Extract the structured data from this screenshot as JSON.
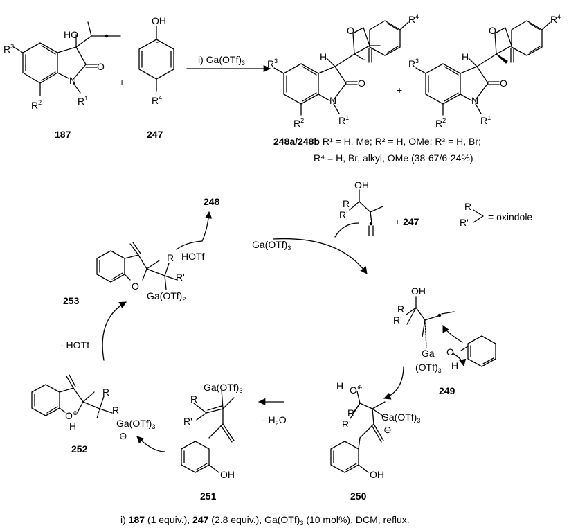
{
  "reaction": {
    "conditions_arrow": "i) Ga(OTf)",
    "conditions_arrow_sub": "3",
    "plus1": "+",
    "plus2": "+",
    "reactant1_label": "187",
    "reactant2_label": "247",
    "product_label": "248a/248b",
    "scope_line1": "R¹ = H, Me; R² = H, OMe; R³ = H, Br;",
    "scope_line2": "R⁴ = H, Br, alkyl, OMe (38-67/6-24%)",
    "footer": "i) 187 (1 equiv.), 247 (2.8 equiv.), Ga(OTf)₃ (10 mol%), DCM, reflux."
  },
  "atoms": {
    "HO": "HO",
    "OH": "OH",
    "O": "O",
    "N": "N",
    "H": "H",
    "R": "R",
    "Rp": "R'",
    "R1": "R",
    "R2": "R",
    "R3": "R",
    "R4": "R",
    "s1": "1",
    "s2": "2",
    "s3": "3",
    "s4": "4"
  },
  "cycle": {
    "catalyst": "Ga(OTf)",
    "catalyst_sub": "3",
    "c248": "248",
    "hotf_out": "HOTf",
    "plus247": "+ 247",
    "legend_eq": "= oxindole",
    "c253": "253",
    "ga_otf2": "Ga(OTf)",
    "ga_otf2_sub": "2",
    "minus_hotf": "- HOTf",
    "c249": "249",
    "ga_otf3_249": "(OTf)",
    "c252": "252",
    "c251": "251",
    "c250": "250",
    "minus_h2o": "- H",
    "minus_h2o_sub": "2",
    "minus_h2o_tail": "O",
    "ga_otf3": "Ga(OTf)"
  }
}
